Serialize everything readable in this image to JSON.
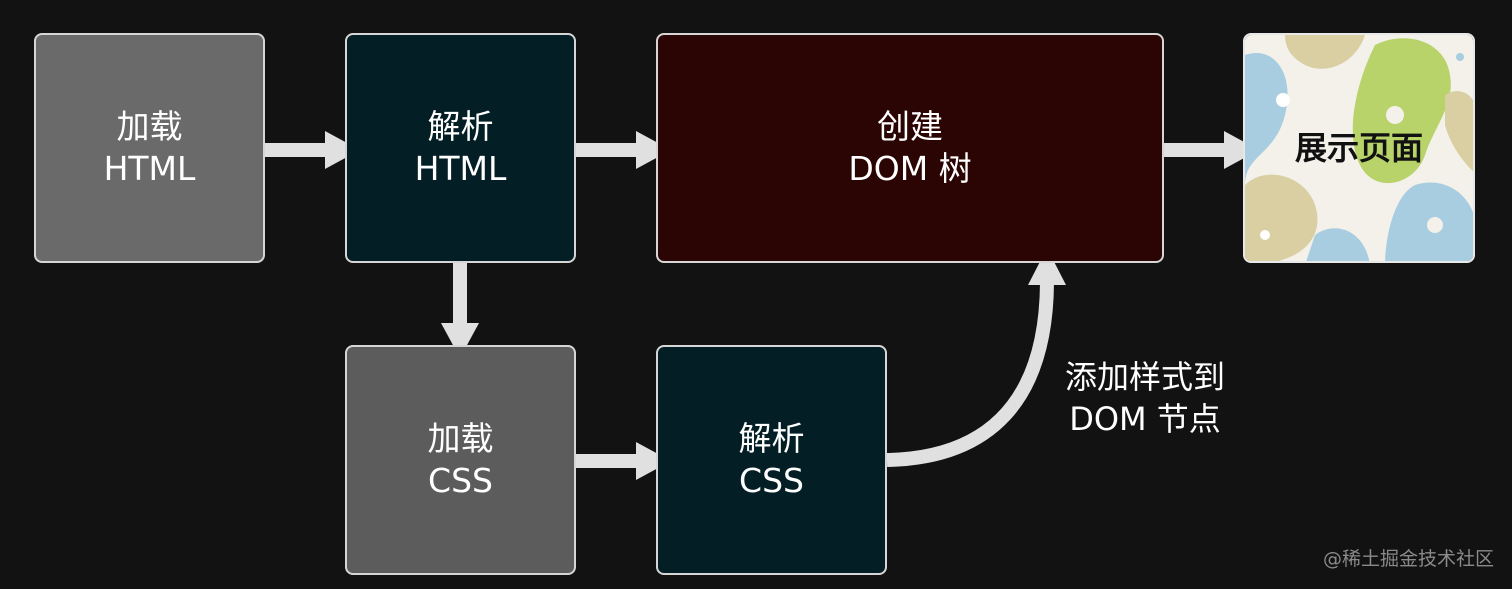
{
  "boxes": {
    "load_html": {
      "line1": "加载",
      "line2": "HTML"
    },
    "parse_html": {
      "line1": "解析",
      "line2": "HTML"
    },
    "create_dom": {
      "line1": "创建",
      "line2": "DOM 树"
    },
    "show_page": {
      "label": "展示页面"
    },
    "load_css": {
      "line1": "加载",
      "line2": "CSS"
    },
    "parse_css": {
      "line1": "解析",
      "line2": "CSS"
    }
  },
  "annotation": {
    "line1": "添加样式到",
    "line2": "DOM 节点"
  },
  "watermark": "@稀土掘金技术社区",
  "colors": {
    "background": "#121212",
    "load_box": "#6a6a6a",
    "parse_box": "#031f25",
    "dom_box": "#2b0503",
    "arrow": "#e0e0e0",
    "box_border": "#d6d6d6"
  }
}
